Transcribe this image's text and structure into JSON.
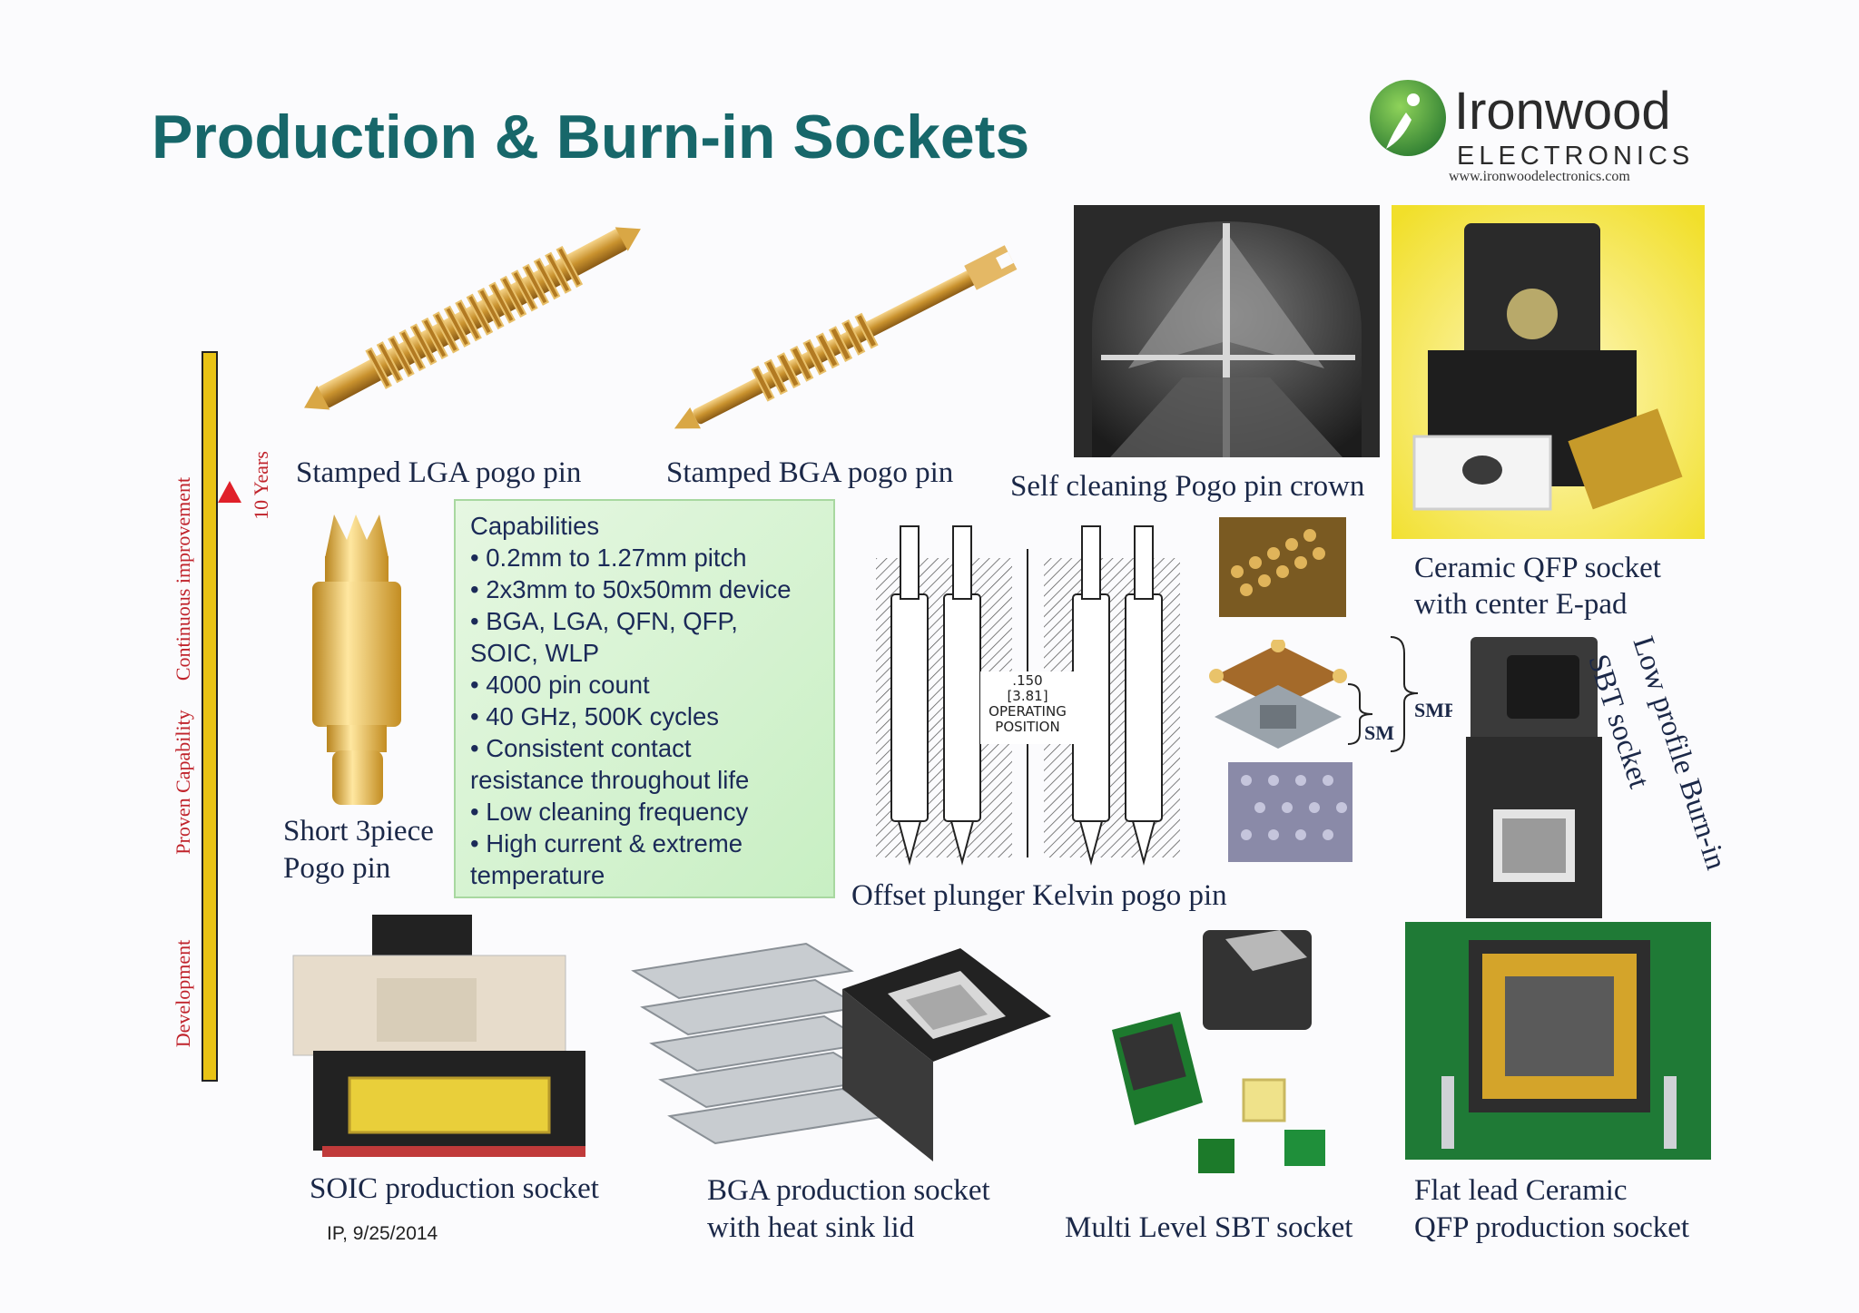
{
  "slide": {
    "title": "Production & Burn-in Sockets",
    "footer": "IP, 9/25/2014"
  },
  "logo": {
    "name": "Ironwood",
    "sub": "ELECTRONICS",
    "url": "www.ironwoodelectronics.com"
  },
  "timeline": {
    "labels": [
      "Continuous improvement",
      "Proven Capability",
      "Development"
    ],
    "arrow_label": "10 Years"
  },
  "capabilities": {
    "heading": "Capabilities",
    "lines": [
      "• 0.2mm to 1.27mm pitch",
      "• 2x3mm to 50x50mm device",
      "• BGA, LGA, QFN, QFP,",
      "SOIC, WLP",
      "• 4000 pin count",
      "• 40 GHz, 500K cycles",
      "• Consistent contact",
      "resistance throughout life",
      "• Low cleaning frequency",
      "• High current & extreme",
      "temperature"
    ]
  },
  "captions": {
    "lga": "Stamped LGA pogo pin",
    "bga": "Stamped BGA pogo pin",
    "crown": "Self cleaning Pogo pin crown",
    "cqfp_1": "Ceramic QFP socket",
    "cqfp_2": "with center E-pad",
    "short_1": "Short 3piece",
    "short_2": "Pogo pin",
    "kelvin": "Offset plunger Kelvin pogo pin",
    "lowprofile_1": "Low profile Burn-in",
    "lowprofile_2": "SBT socket",
    "soic": "SOIC production socket",
    "bgaprod_1": "BGA production socket",
    "bgaprod_2": "with heat sink lid",
    "multilevel": "Multi Level SBT socket",
    "flat_1": "Flat lead Ceramic",
    "flat_2": "QFP production socket"
  },
  "diagram": {
    "dim_1": ".150",
    "dim_2": "[3.81]",
    "dim_3": "OPERATING",
    "dim_4": "POSITION",
    "smp": "SMP",
    "sm": "SM"
  },
  "colors": {
    "title": "#17676a",
    "caption": "#1b2848",
    "timeline_bar": "#e9c315",
    "timeline_text": "#c0232b",
    "capbox_bg": "#d2f2cc"
  }
}
